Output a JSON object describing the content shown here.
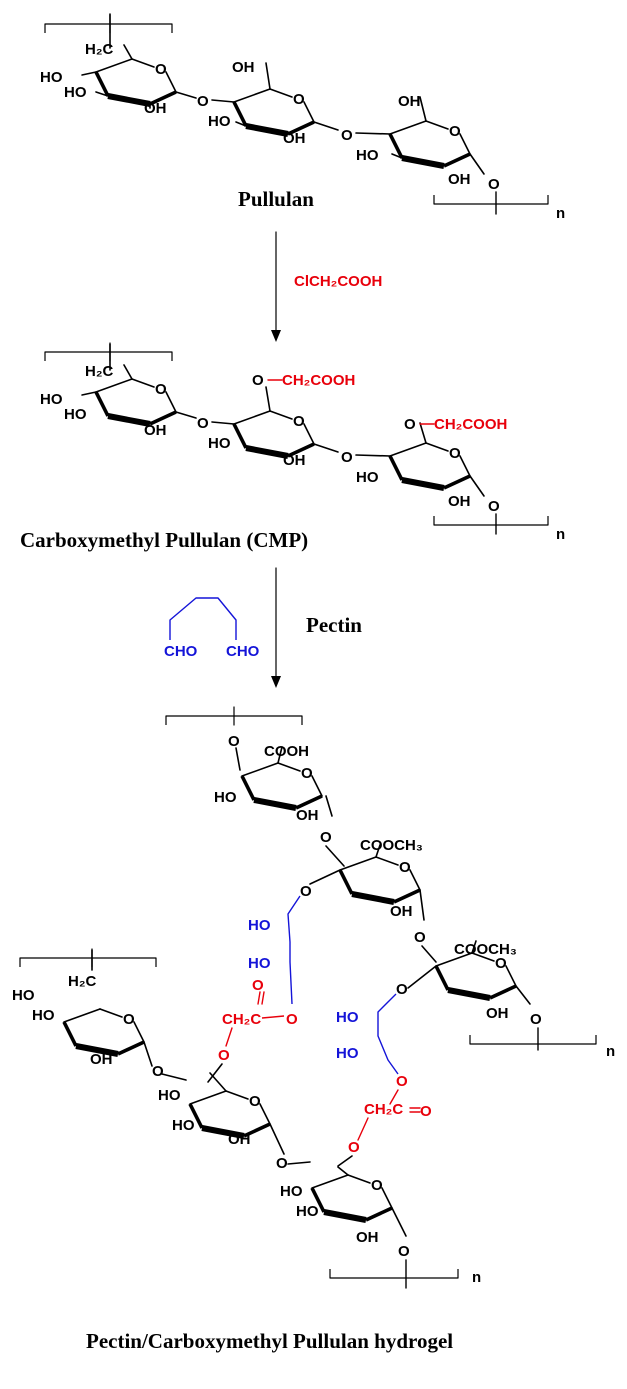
{
  "colors": {
    "black": "#000000",
    "red": "#e8000b",
    "blue": "#1414d8"
  },
  "captions": {
    "pullulan": "Pullulan",
    "cmp": "Carboxymethyl  Pullulan (CMP)",
    "hydrogel": "Pectin/Carboxymethyl  Pullulan hydrogel"
  },
  "reagents": {
    "chloroacetic_acid": "ClCH₂COOH",
    "pectin": "Pectin",
    "glutaraldehyde_cho": "CHO"
  },
  "labels": {
    "oh": "HO",
    "oh2": "OH",
    "h2c": "H₂C",
    "o": "O",
    "n": "n",
    "ch2cooh": "CH₂COOH",
    "cooh": "COOH",
    "cooch3": "COOCH₃",
    "ch2c": "CH₂C",
    "eq_o": "O"
  }
}
